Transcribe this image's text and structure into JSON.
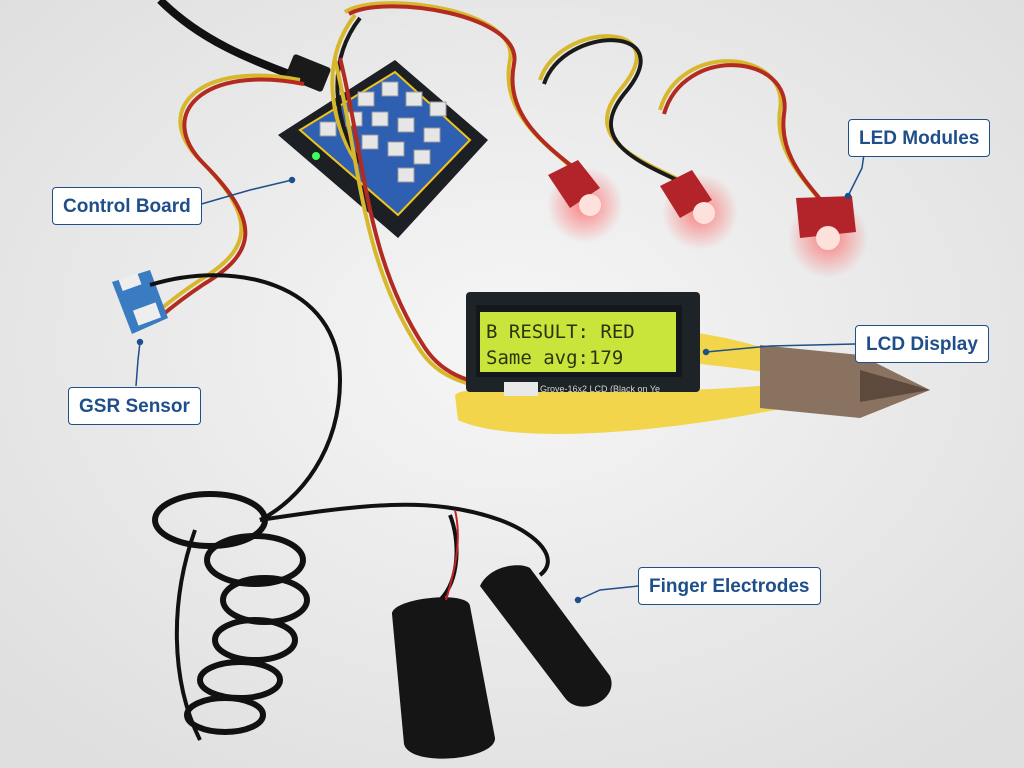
{
  "labels": {
    "control_board": "Control Board",
    "led_modules": "LED Modules",
    "lcd_display": "LCD Display",
    "gsr_sensor": "GSR Sensor",
    "finger_electrodes": "Finger Electrodes"
  },
  "lcd": {
    "line1": "B RESULT: RED",
    "line2": "Same avg:179",
    "pcb_text": "Grove-16x2 LCD (Black on Ye"
  },
  "colors": {
    "callout_border": "#1f4f8a",
    "callout_text": "#1f4f8a",
    "lcd_screen": "#c9e43a",
    "led_glow": "#ff3b3b",
    "handle": "#f2d54a",
    "board_blue": "#2f5fb0"
  }
}
